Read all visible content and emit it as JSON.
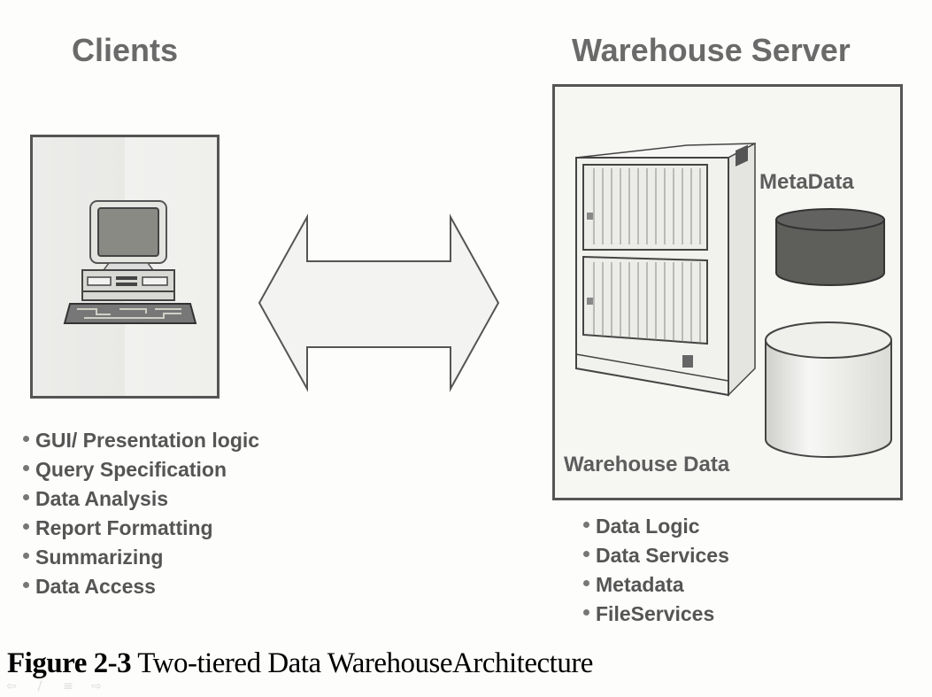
{
  "diagram": {
    "clients": {
      "title": "Clients",
      "icon": "desktop-computer-icon",
      "functions": [
        "GUI/ Presentation logic",
        "Query Specification",
        "Data Analysis",
        "Report Formatting",
        "Summarizing",
        "Data Access"
      ]
    },
    "connector": {
      "icon": "double-headed-arrow-icon"
    },
    "server": {
      "title": "Warehouse Server",
      "icon": "server-cabinet-icon",
      "metadata_label": "MetaData",
      "warehouse_data_label": "Warehouse Data",
      "functions": [
        "Data Logic",
        "Data Services",
        "Metadata",
        "FileServices"
      ]
    },
    "caption": {
      "label": "Figure 2-3",
      "text": " Two-tiered Data WarehouseArchitecture"
    }
  },
  "nav_controls": {
    "prev": "⇦",
    "pen": "∕",
    "menu": "≡",
    "next": "⇨"
  },
  "colors": {
    "heading": "#6a6a6a",
    "box_border": "#555555",
    "metadata_cylinder": "#5e5e5e",
    "warehouse_cylinder": "#eeeeee",
    "background": "#fdfdfb"
  }
}
